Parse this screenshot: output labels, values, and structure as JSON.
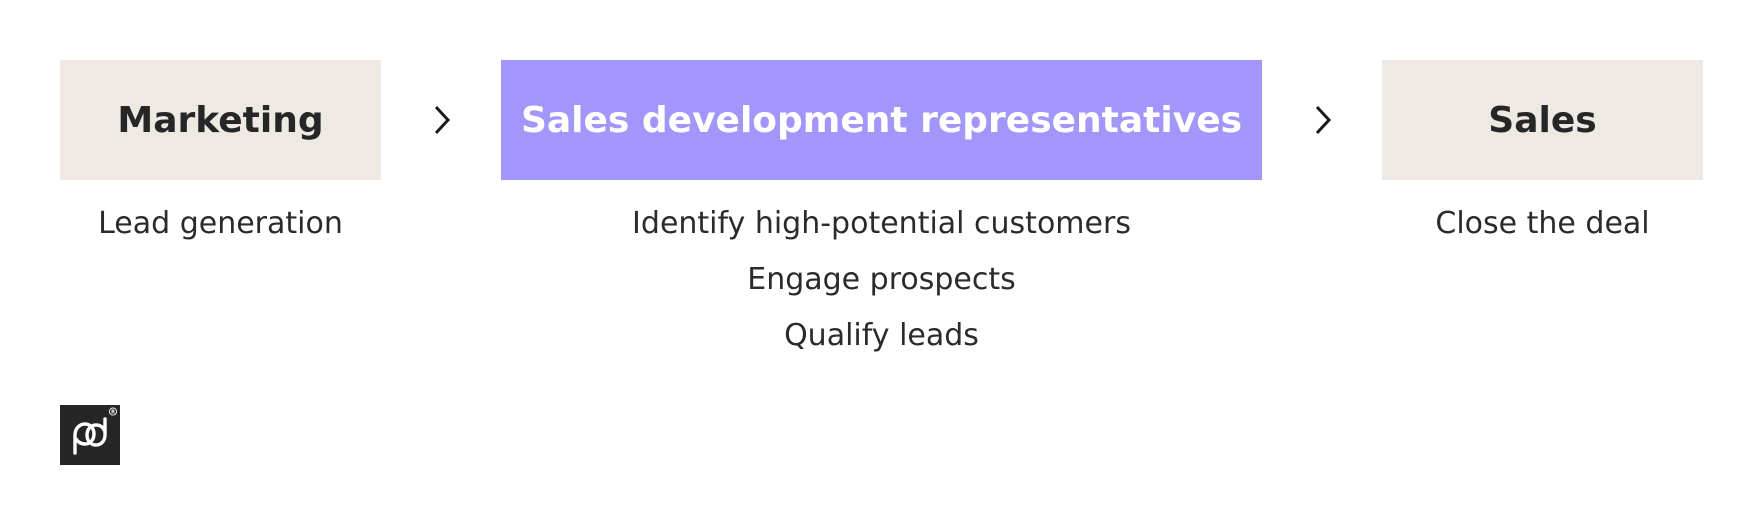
{
  "colors": {
    "neutral_box": "#eeeae3",
    "accent_box": "#a396fb",
    "text_dark": "#262626",
    "text_on_accent": "#ffffff",
    "logo_bg": "#262626"
  },
  "stages": [
    {
      "title": "Marketing",
      "highlighted": false,
      "activities": [
        "Lead generation"
      ]
    },
    {
      "title": "Sales development representatives",
      "highlighted": true,
      "activities": [
        "Identify high-potential customers",
        "Engage prospects",
        "Qualify leads"
      ]
    },
    {
      "title": "Sales",
      "highlighted": false,
      "activities": [
        "Close the deal"
      ]
    }
  ],
  "connectors": [
    "chevron-right-icon",
    "chevron-right-icon"
  ],
  "logo": {
    "text": "pd",
    "icon": "pandadoc-logo-icon",
    "mark": "®"
  }
}
